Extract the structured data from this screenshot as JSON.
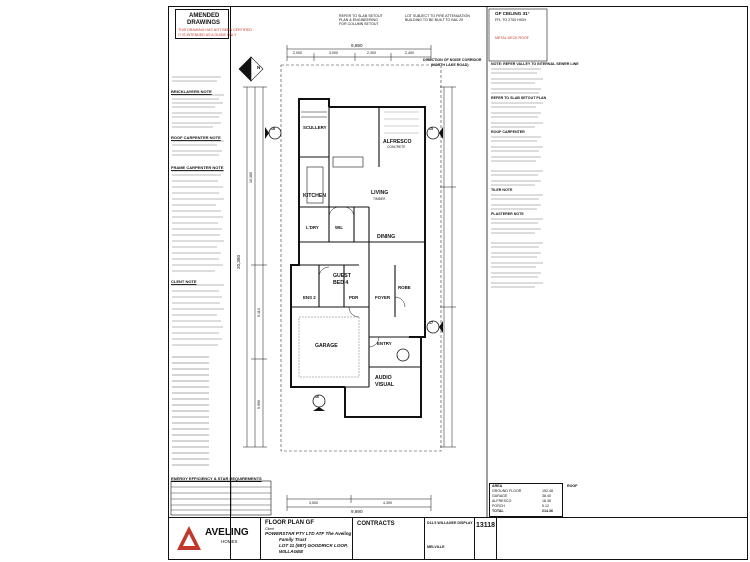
{
  "header": {
    "amended_title_1": "AMENDED",
    "amended_title_2": "DRAWINGS",
    "amended_note_1": "THIS DRAWING HAS NOT BEEN CERTIFIED",
    "amended_note_2": "IT IS INTENDED AS A GUIDE ONLY",
    "top_note_a_1": "REFER TO SLAB SETOUT",
    "top_note_a_2": "PLAN & ENGINEERING",
    "top_note_a_3": "FOR COLUMN SETOUT",
    "top_note_b_1": "LOT SUBJECT TO FIRE ATTENUATION",
    "top_note_b_2": "BUILDING TO BE BUILT TO BAL 29",
    "top_note_c_1": "GF CEILING 31°",
    "top_note_c_2": "FFL TO 2700 HIGH",
    "top_note_c_3": "METAL DECK ROOF",
    "corridor_1": "DIRECTION OF NOISE CORRIDOR",
    "corridor_2": "(NORTH LAKE ROAD)",
    "north_label": "N"
  },
  "left_notes": {
    "h1": "BRICKLAYERS NOTE",
    "h2": "ROOF CARPENTER NOTE",
    "h3": "FRAME CARPENTER NOTE",
    "h4": "CLENT NOTE",
    "h5": "ENERGY EFFICIENCY & STAR REQUIREMENTS"
  },
  "rooms": {
    "alfresco": "ALFRESCO",
    "alfresco_sub": "CONCRETE",
    "scullery": "SCULLERY",
    "kitchen": "KITCHEN",
    "living": "LIVING",
    "living_sub": "TIMBER",
    "ldry": "L'DRY",
    "wil": "WIL",
    "dining": "DINING",
    "guest": "GUEST",
    "bed4": "BED 4",
    "ens2": "ENS 2",
    "pdr": "PDR",
    "foyer": "FOYER",
    "robe": "ROBE",
    "entry": "ENTRY",
    "garage": "GARAGE",
    "audio": "AUDIO",
    "visual": "VISUAL"
  },
  "dims": {
    "top_total": "9,890",
    "top_a": "2,000",
    "top_b": "3,000",
    "top_c": "2,300",
    "top_d": "2,400",
    "bottom_a": "3,500",
    "bottom_b": "4,390",
    "bottom_total": "9,890",
    "left_total": "20,380",
    "left_a": "10,380",
    "left_b": "5,110",
    "left_c": "5,990"
  },
  "section_marks": [
    {
      "num": "18",
      "sheet": "18"
    },
    {
      "num": "15",
      "sheet": "15"
    },
    {
      "num": "17",
      "sheet": "17"
    },
    {
      "num": "16",
      "sheet": "16"
    }
  ],
  "right_notes": {
    "r1": "NOTE: REFER VALLEY TO INTERNAL SEWER LINE",
    "r2": "REFER TO SLAB SETOUT PLAN",
    "r3": "ROOF CARPENTER",
    "r4": "TILER NOTE",
    "r5": "PLASTERER NOTE"
  },
  "titleblock": {
    "brand": "AVELING",
    "brand_sub": "HOMES",
    "plan_label": "FLOOR PLAN GF",
    "client_label": "Client",
    "client_line_1": "POWERSTAR PTY LTD ATF  The Aveling",
    "client_line_2": "Family Trust",
    "lot_line": "LOT 11 (987) GOODRICK LOOP,",
    "suburb": "WILLAGEE",
    "contracts": "CONTRACTS",
    "display": "D11.5  WILLAGEE DISPLAY",
    "job_no": "13118",
    "area_title": "AREA",
    "area_rows": [
      {
        "label": "GROUND FLOOR",
        "val": "152.48"
      },
      {
        "label": "GARAGE",
        "val": "38.40"
      },
      {
        "label": "ALFRESCO",
        "val": "18.36"
      },
      {
        "label": "PORCH",
        "val": "5.12"
      },
      {
        "label": "TOTAL",
        "val": "214.36"
      }
    ],
    "roof_label": "ROOF",
    "melville": "MELVILLE"
  }
}
